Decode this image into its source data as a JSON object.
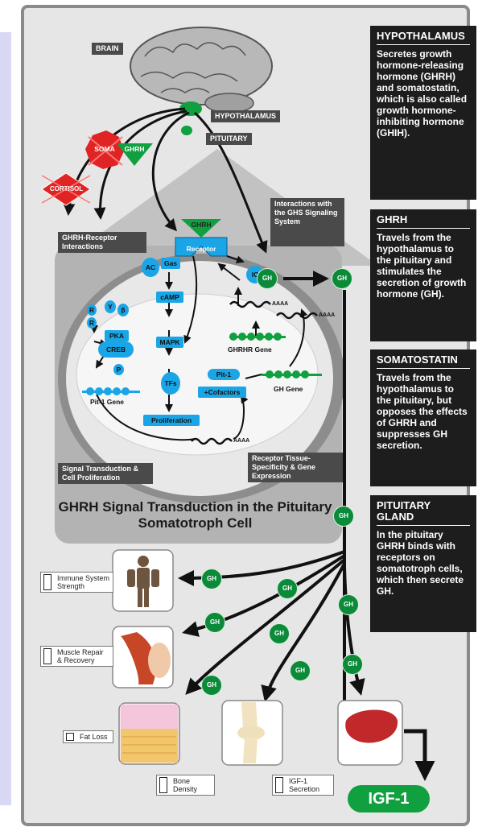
{
  "labels": {
    "brain": "BRAIN",
    "hypothalamus": "HYPOTHALAMUS",
    "pituitary": "PITUITARY",
    "ghrh_top": "GHRH",
    "soma": "SOMA",
    "cortisol": "CORTISOL",
    "ghrh_receptor_interactions": "GHRH-Receptor Interactions",
    "ghs_interactions": "Interactions with the GHS Signaling System",
    "signal_transduction": "Signal Transduction & Cell Proliferation",
    "receptor_specificity": "Receptor Tissue-Specificity & Gene Expression",
    "diagram_title": "GHRH Signal Transduction in the Pituitary Somatotroph Cell"
  },
  "cell": {
    "ghrh": "GHRH",
    "receptor": "Receptor",
    "ac": "AC",
    "gas": "Gas",
    "camp": "cAMP",
    "gamma": "Y",
    "beta": "β",
    "r1": "R",
    "r2": "R",
    "pka": "PKA",
    "creb": "CREB",
    "p": "P",
    "pit1_gene": "Pit-1 Gene",
    "mapk": "MAPK",
    "tfs": "TFs",
    "proliferation": "Proliferation",
    "ic": "IC",
    "aaaa1": "AAAA",
    "aaaa2": "AAAA",
    "aaaa3": "AAAA",
    "ghrhr_gene": "GHRHR Gene",
    "pit1": "Pit-1",
    "cofactors": "+Cofactors",
    "gh_gene": "GH Gene"
  },
  "gh_label": "GH",
  "outcomes": {
    "immune": "Immune System Strength",
    "muscle": "Muscle Repair & Recovery",
    "fat": "Fat Loss",
    "bone": "Bone Density",
    "igf_secretion": "IGF-1 Secretion",
    "igf1": "IGF-1"
  },
  "panels": [
    {
      "heading": "HYPOTHALAMUS",
      "body": "Secretes growth hormone-releasing hormone (GHRH) and somatostatin, which is also called growth hormone-inhibiting hormone (GHIH)."
    },
    {
      "heading": "GHRH",
      "body": "Travels from the hypothalamus to the pituitary and stimulates the secretion of growth hormone (GH)."
    },
    {
      "heading": "SOMATOSTATIN",
      "body": "Travels from the hypothalamus to the pituitary, but opposes the effects of GHRH and suppresses GH secretion."
    },
    {
      "heading": "PITUITARY GLAND",
      "body": "In the pituitary GHRH binds with receptors on somatotroph cells, which then secrete GH."
    }
  ],
  "colors": {
    "gh_green": "#0b8a3a",
    "signal_blue": "#1aa5e6",
    "inhibit_red": "#e02424",
    "igf_green": "#11a040"
  }
}
